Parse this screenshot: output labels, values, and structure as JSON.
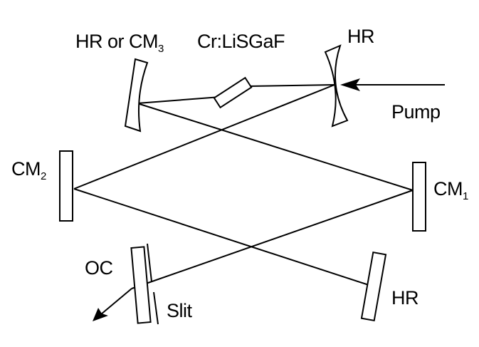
{
  "labels": {
    "hr_or_cm3_prefix": "HR or CM",
    "hr_or_cm3_sub": "3",
    "crystal": "Cr:LiSGaF",
    "hr_top": "HR",
    "pump": "Pump",
    "cm2": "CM",
    "cm2_sub": "2",
    "cm1": "CM",
    "cm1_sub": "1",
    "oc": "OC",
    "slit": "Slit",
    "hr_bottom": "HR"
  }
}
